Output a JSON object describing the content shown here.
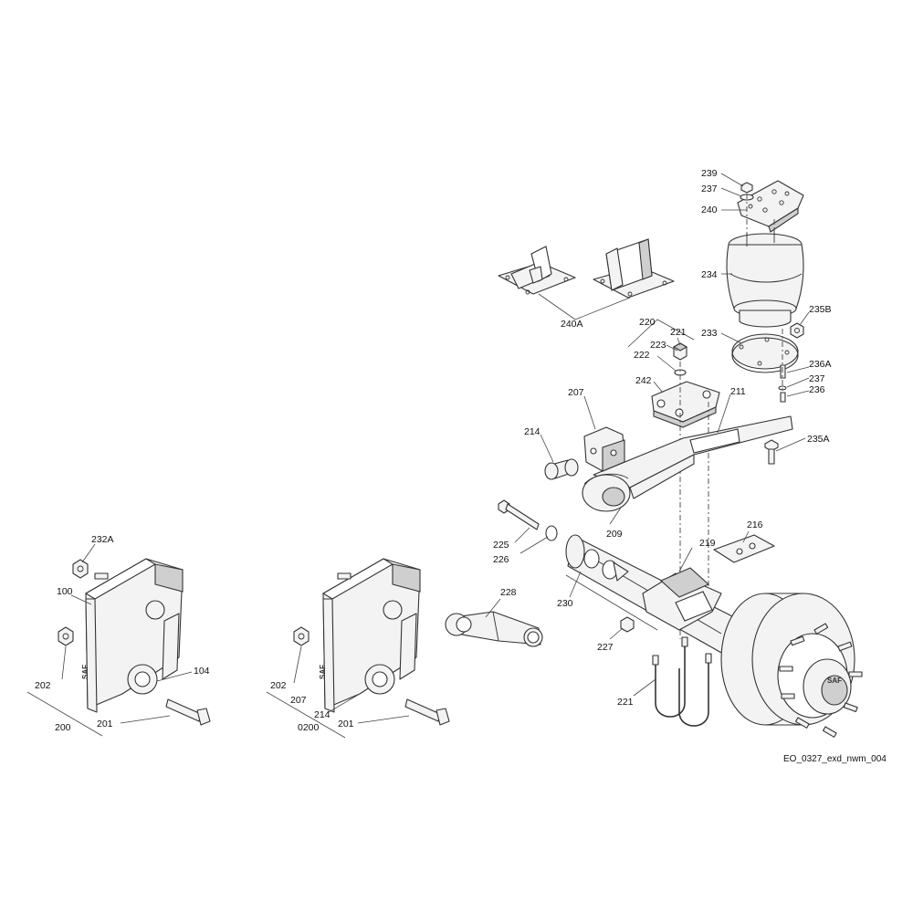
{
  "drawing": {
    "reference": "EO_0327_exd_nwm_004",
    "brand_mark": "SAF"
  },
  "callouts": {
    "c239": "239",
    "c237a": "237",
    "c240": "240",
    "c234": "234",
    "c235b": "235B",
    "c233": "233",
    "c240a": "240A",
    "c220": "220",
    "c221a": "221",
    "c223": "223",
    "c222": "222",
    "c242": "242",
    "c236a": "236A",
    "c237b": "237",
    "c236": "236",
    "c207a": "207",
    "c211": "211",
    "c214a": "214",
    "c235a": "235A",
    "c209": "209",
    "c225": "225",
    "c226": "226",
    "c216": "216",
    "c219": "219",
    "c228": "228",
    "c230": "230",
    "c227": "227",
    "c221b": "221",
    "c232a": "232A",
    "c100": "100",
    "c104": "104",
    "c202a": "202",
    "c201a": "201",
    "c200": "200",
    "c202b": "202",
    "c207b": "207",
    "c214b": "214",
    "c0200": "0200",
    "c201b": "201"
  }
}
